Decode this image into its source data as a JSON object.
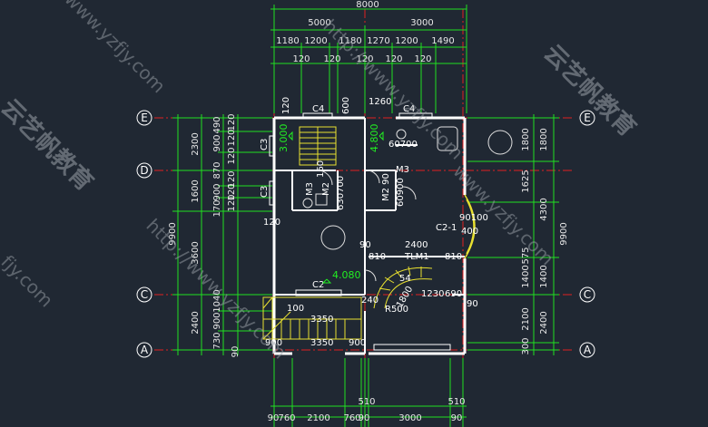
{
  "top_dimensions": {
    "overall": "8000",
    "row2": [
      "5000",
      "3000"
    ],
    "row3": [
      "1180",
      "1200",
      "1180",
      "1270",
      "1200",
      "1490"
    ],
    "row4": [
      "120",
      "120",
      "120",
      "120",
      "120"
    ]
  },
  "bottom_dimensions": {
    "row1": [
      "510",
      "510"
    ],
    "row2": [
      "90",
      "760",
      "2100",
      "760",
      "90",
      "3000",
      "90"
    ]
  },
  "axes": {
    "left": [
      "E",
      "D",
      "C",
      "A"
    ],
    "right": [
      "E",
      "C",
      "A"
    ]
  },
  "left_dimensions": {
    "outer_total": "9900",
    "outer_segments": [
      "2300",
      "1600",
      "3600",
      "2400"
    ],
    "inner_segments": [
      "900",
      "490",
      "870",
      "170",
      "900",
      "1040",
      "900",
      "730",
      "90"
    ],
    "inner_120": [
      "120",
      "120",
      "120",
      "120",
      "120",
      "120"
    ]
  },
  "right_dimensions": {
    "outer_total": "9900",
    "outer_segments": [
      "1800",
      "4300",
      "1400",
      "2400"
    ],
    "inner_segments": [
      "1800",
      "1625",
      "575",
      "1400",
      "2100",
      "300"
    ]
  },
  "room_labels": {
    "c4_left": "C4",
    "c4_right": "C4",
    "c3_top": "C3",
    "c3_mid": "C3",
    "c2": "C2",
    "c2_1": "C2-1",
    "m3_top": "M3",
    "m3_bath": "M3",
    "m2": "M2",
    "m2_90": "M2 90",
    "tlm1": "TLM1",
    "r500": "R500",
    "dim_1260": "1260",
    "dim_600": "600",
    "dim_2400": "2400",
    "dim_3350a": "3350",
    "dim_3350b": "3350",
    "dim_900a": "900",
    "dim_900b": "900",
    "dim_810a": "810",
    "dim_810b": "810",
    "dim_1230": "1230",
    "dim_690": "690",
    "dim_90a": "90",
    "dim_90b": "90",
    "dim_120a": "120",
    "dim_120b": "120",
    "dim_100": "100",
    "dim_240": "240",
    "dim_400": "400",
    "dim_90100": "90100",
    "dim_60700": "60700",
    "dim_60900": "60900",
    "dim_630700": "630700",
    "dim_54": "54",
    "dim_1800": "1800",
    "dim_160": "160"
  },
  "levels": [
    "3.000",
    "4.800",
    "4.080"
  ],
  "watermarks": {
    "url": "http://www.yzfjy.com",
    "brand": "云艺帆教育",
    "url_short": "www.yzfjy.com",
    "edge": "fjy.com"
  },
  "colors": {
    "background": "#202833",
    "wall": "#ffffff",
    "dim_line": "#20e020",
    "axis_line": "#e02020",
    "stair": "#e8e030",
    "fixture": "#e0e0e0"
  }
}
